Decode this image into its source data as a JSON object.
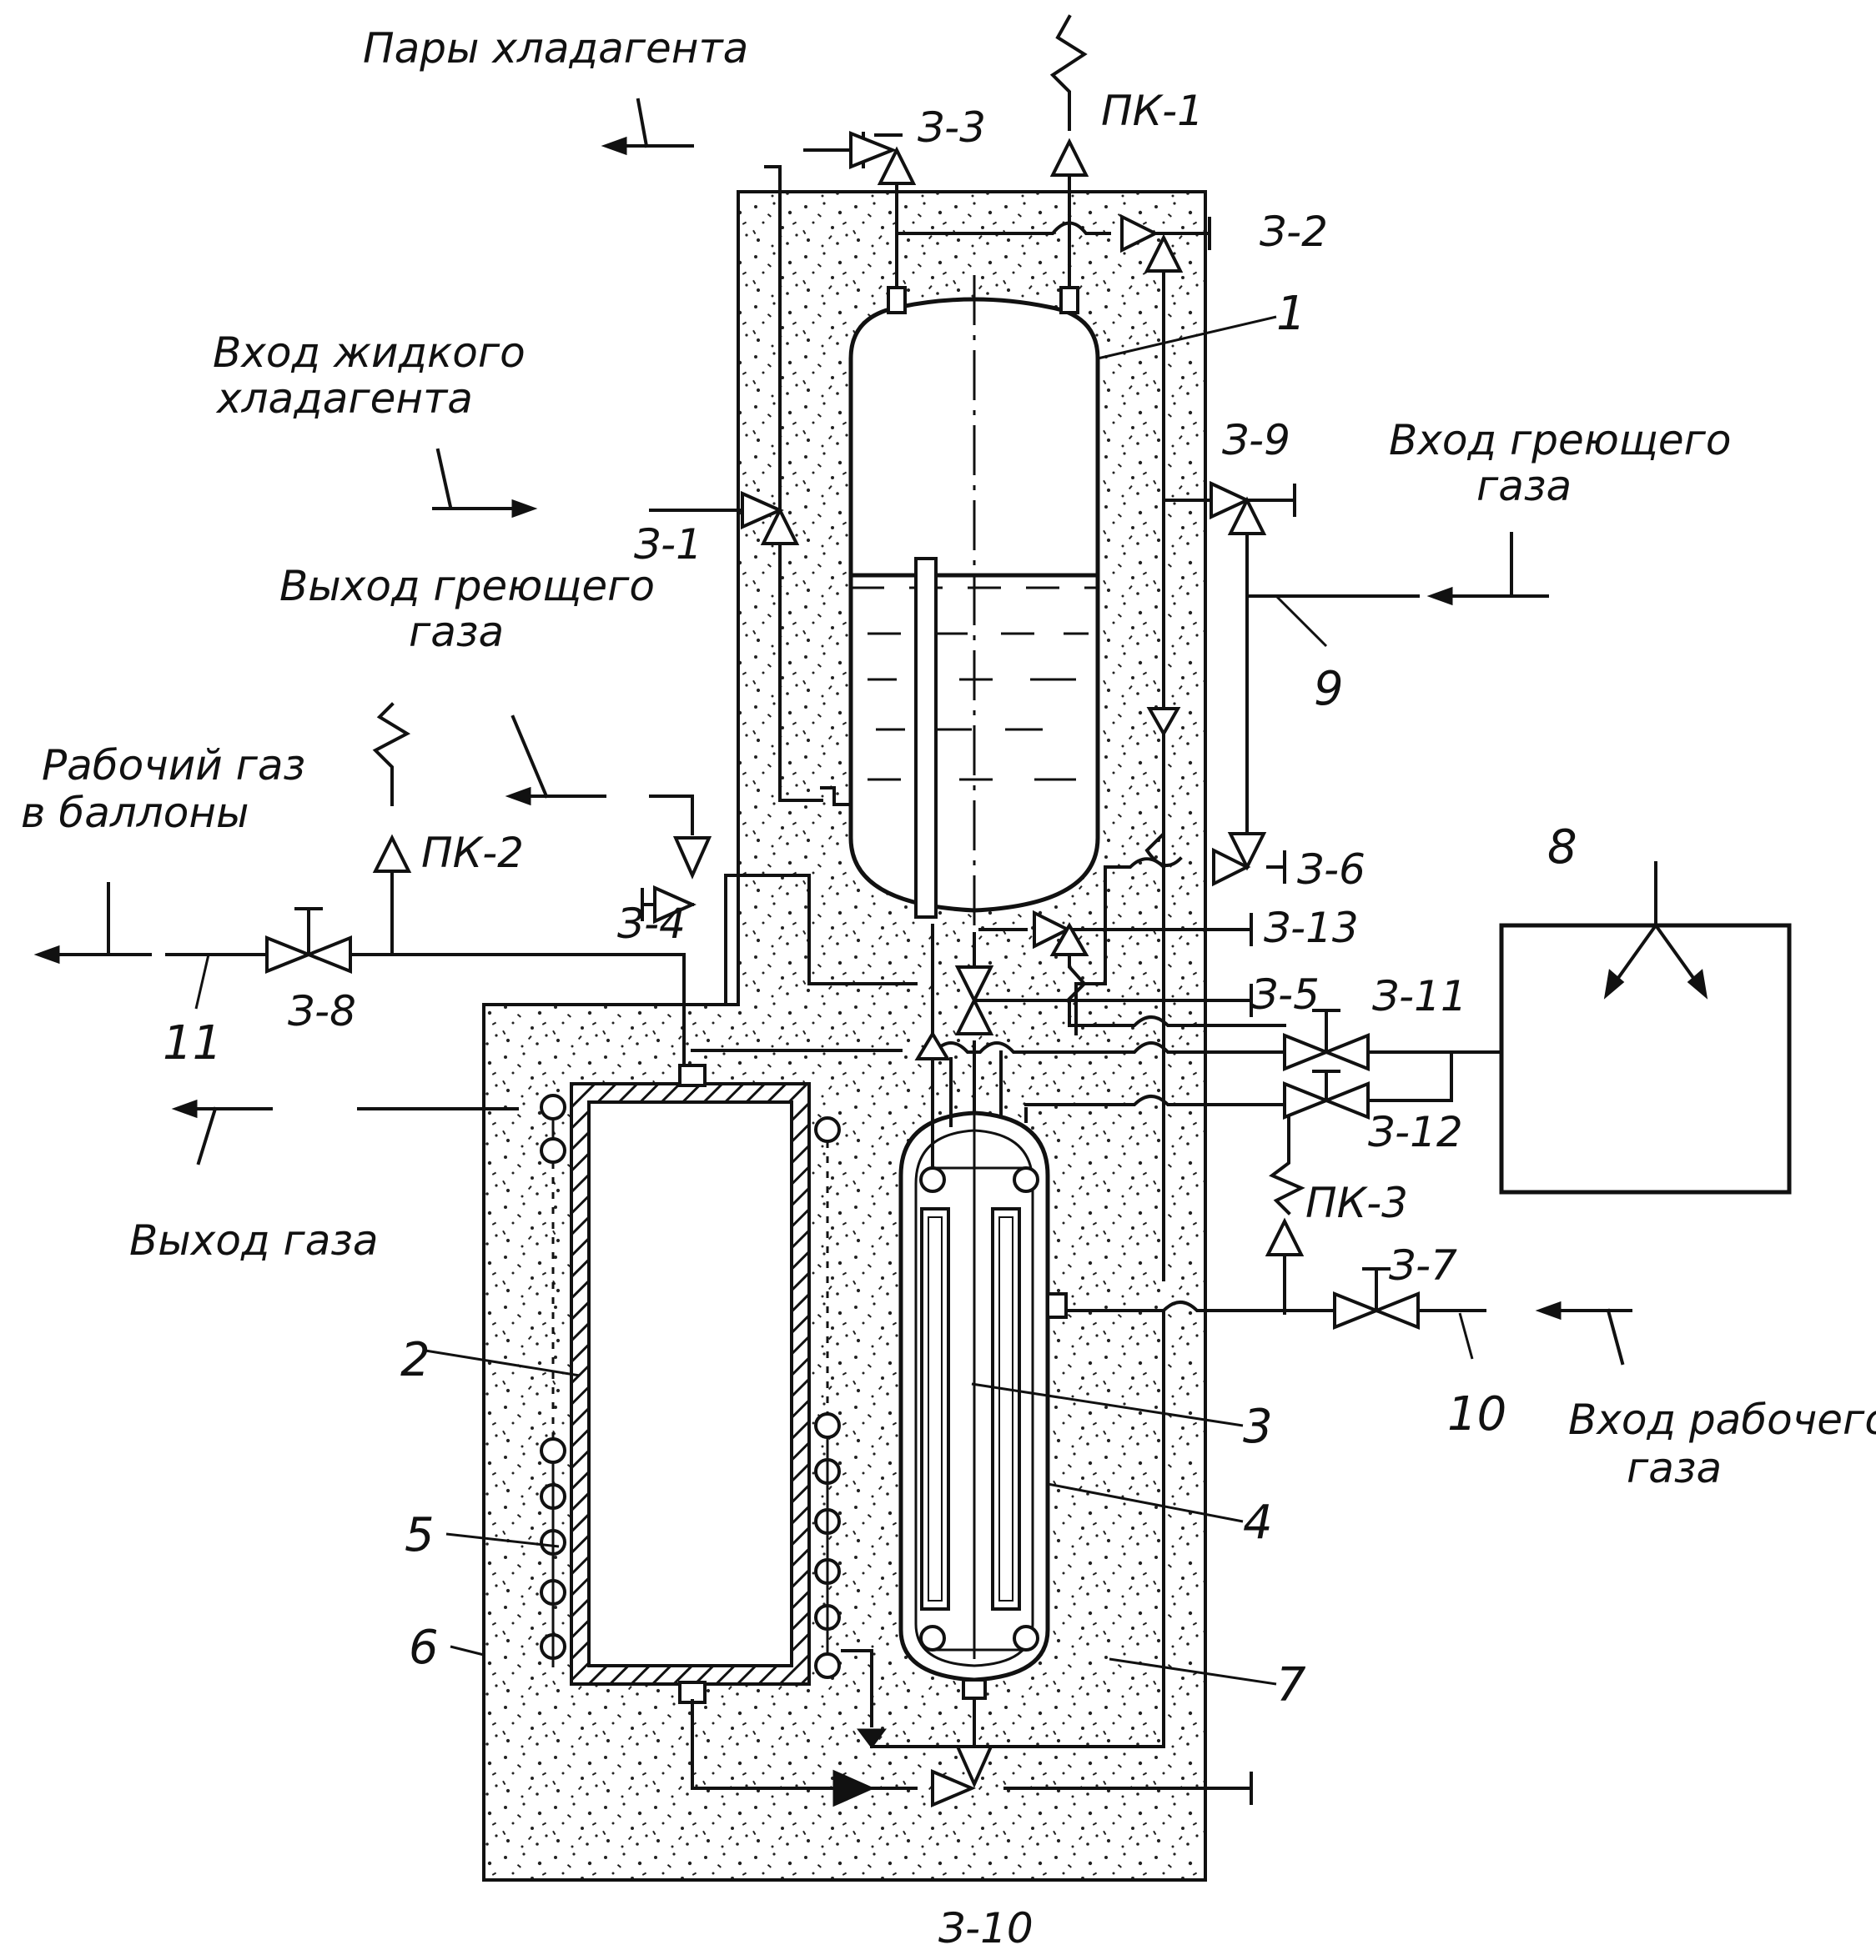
{
  "diagram": {
    "flow_labels": {
      "refrigerant_vapor": "Пары хладагента",
      "liquid_refrigerant_in_line1": "Вход жидкого",
      "liquid_refrigerant_in_line2": "хладагента",
      "heating_gas_in_line1": "Вход греющего",
      "heating_gas_in_line2": "газа",
      "heating_gas_out_line1": "Выход греющего",
      "heating_gas_out_line2": "газа",
      "working_gas_to_cylinders_line1": "Рабочий газ",
      "working_gas_to_cylinders_line2": "в баллоны",
      "gas_out": "Выход газа",
      "working_gas_in_line1": "Вход рабочего",
      "working_gas_in_line2": "газа"
    },
    "valves": {
      "v1": "З-1",
      "v2": "З-2",
      "v3": "З-3",
      "v4": "З-4",
      "v5": "З-5",
      "v6": "З-6",
      "v7": "З-7",
      "v8": "З-8",
      "v9": "З-9",
      "v10": "З-10",
      "v11": "З-11",
      "v12": "З-12",
      "v13": "З-13"
    },
    "safety_valves": {
      "pk1": "ПК-1",
      "pk2": "ПК-2",
      "pk3": "ПК-3"
    },
    "component_numbers": {
      "n1": "1",
      "n2": "2",
      "n3": "3",
      "n4": "4",
      "n5": "5",
      "n6": "6",
      "n7": "7",
      "n8": "8",
      "n9": "9",
      "n10": "10",
      "n11": "11"
    }
  }
}
